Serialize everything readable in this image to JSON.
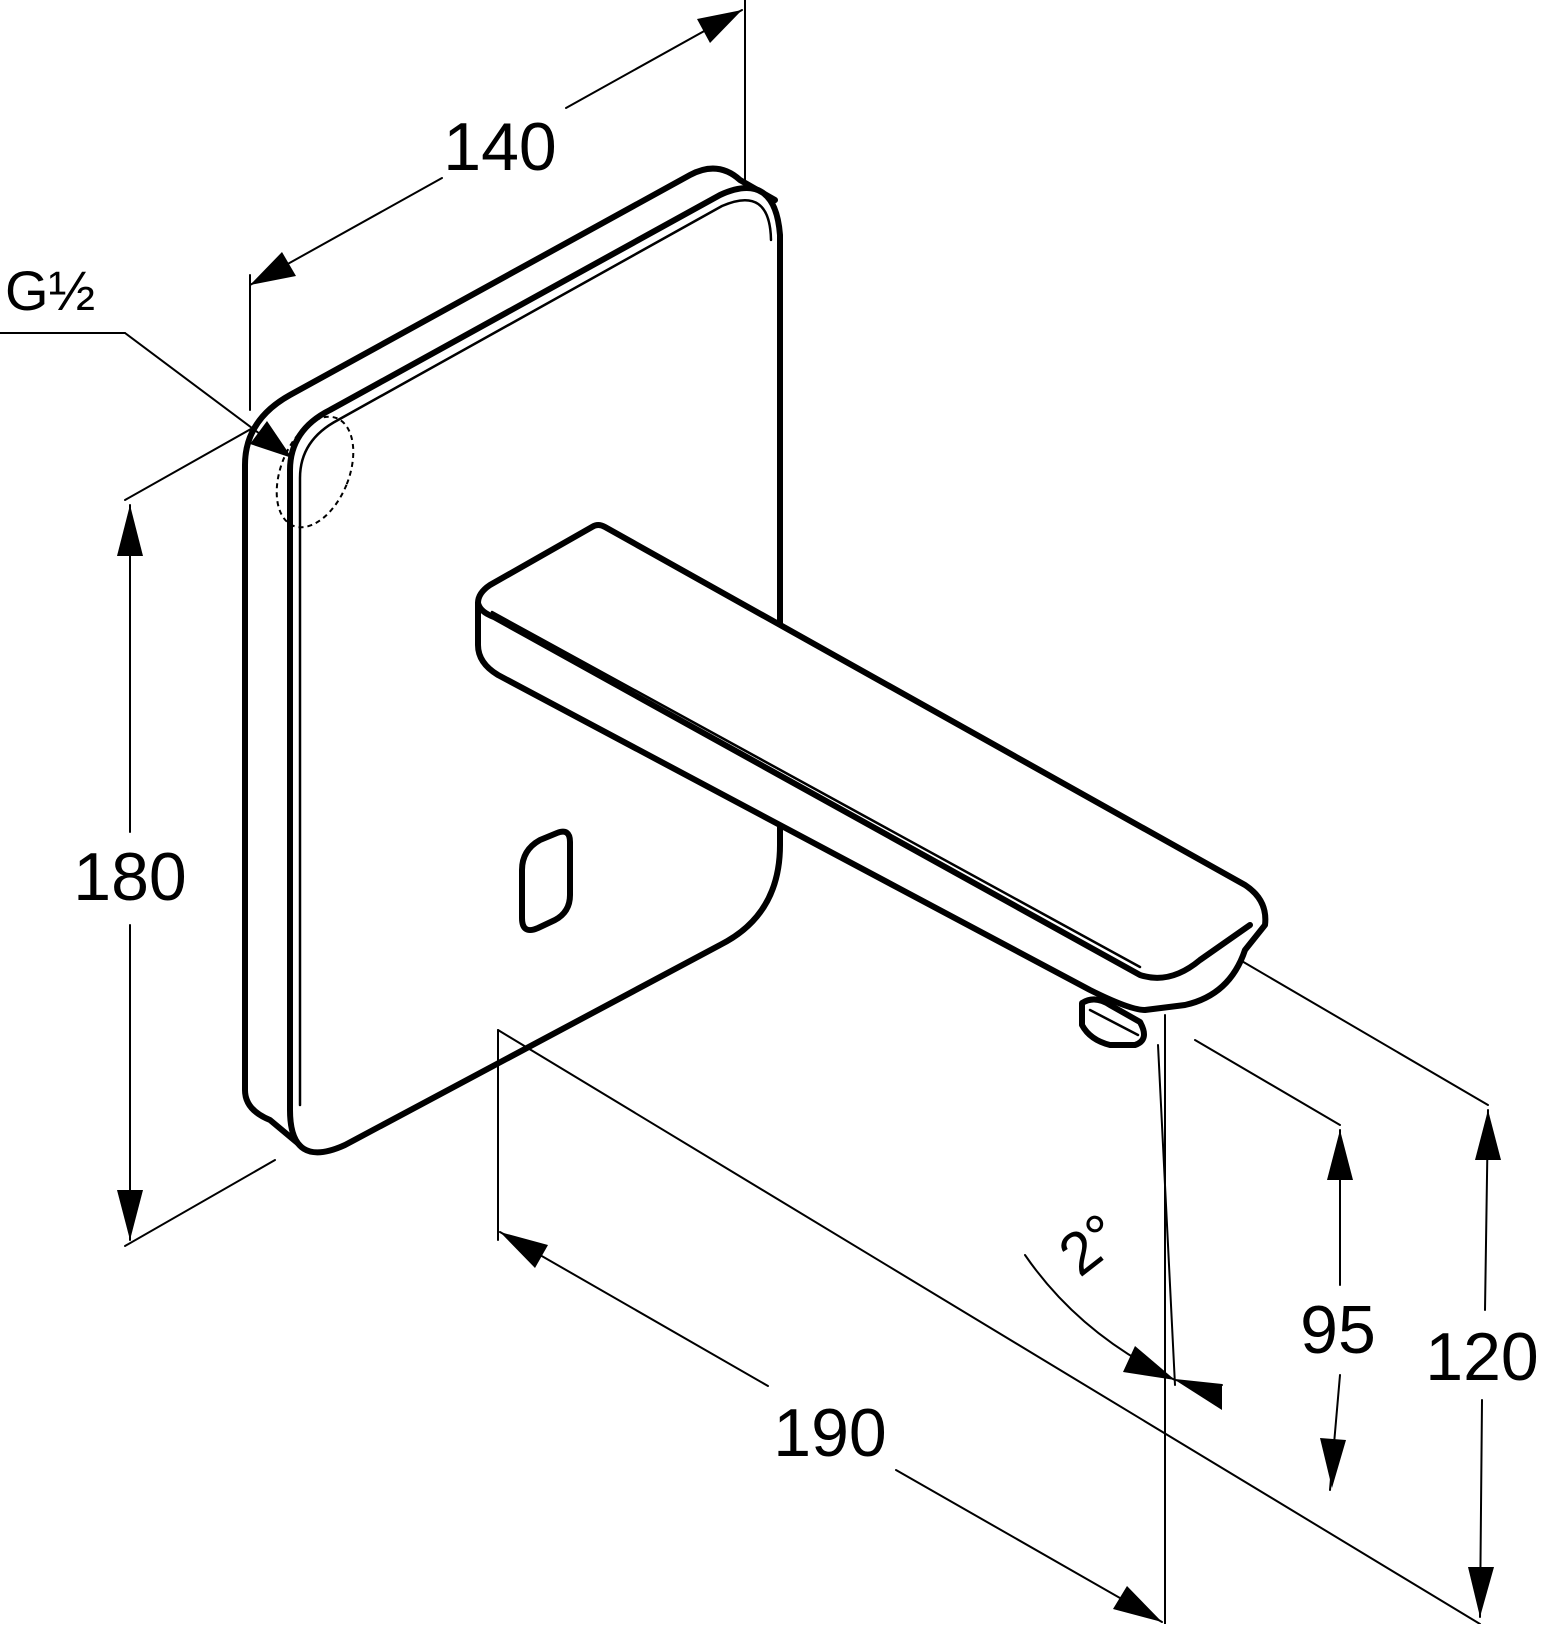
{
  "drawing": {
    "thread_label": "G½",
    "dimensions": {
      "width": "140",
      "height": "180",
      "projection": "190",
      "outlet_height": "95",
      "spout_height": "120",
      "angle": "2°"
    }
  }
}
